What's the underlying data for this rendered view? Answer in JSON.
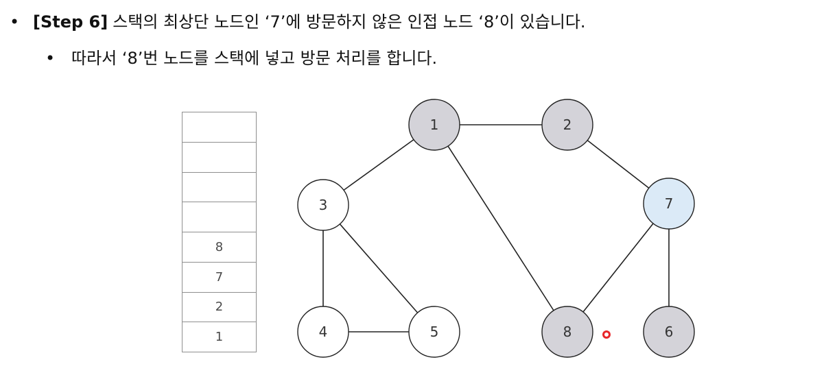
{
  "text": {
    "bullet_char": "•",
    "step_label": "[Step 6]",
    "line1": "스택의 최상단 노드인 ‘7’에 방문하지 않은 인접 노드 ‘8’이 있습니다.",
    "line2": "따라서 ‘8’번 노드를 스택에 넣고 방문 처리를 합니다."
  },
  "stack": {
    "cells": [
      "",
      "",
      "",
      "",
      "8",
      "7",
      "2",
      "1"
    ]
  },
  "graph": {
    "colors": {
      "visited": "#d4d3d9",
      "current": "#dbeaf7",
      "unvisited": "#ffffff",
      "stroke": "#222222",
      "edge": "#222222",
      "cursor": "#e8262a"
    },
    "nodes": [
      {
        "id": "1",
        "label": "1",
        "state": "visited"
      },
      {
        "id": "2",
        "label": "2",
        "state": "visited"
      },
      {
        "id": "3",
        "label": "3",
        "state": "unvisited"
      },
      {
        "id": "4",
        "label": "4",
        "state": "unvisited"
      },
      {
        "id": "5",
        "label": "5",
        "state": "unvisited"
      },
      {
        "id": "6",
        "label": "6",
        "state": "visited"
      },
      {
        "id": "7",
        "label": "7",
        "state": "current"
      },
      {
        "id": "8",
        "label": "8",
        "state": "visited"
      }
    ],
    "edges": [
      [
        "1",
        "2"
      ],
      [
        "1",
        "3"
      ],
      [
        "1",
        "8"
      ],
      [
        "2",
        "7"
      ],
      [
        "3",
        "4"
      ],
      [
        "3",
        "5"
      ],
      [
        "4",
        "5"
      ],
      [
        "7",
        "8"
      ],
      [
        "7",
        "6"
      ]
    ]
  }
}
